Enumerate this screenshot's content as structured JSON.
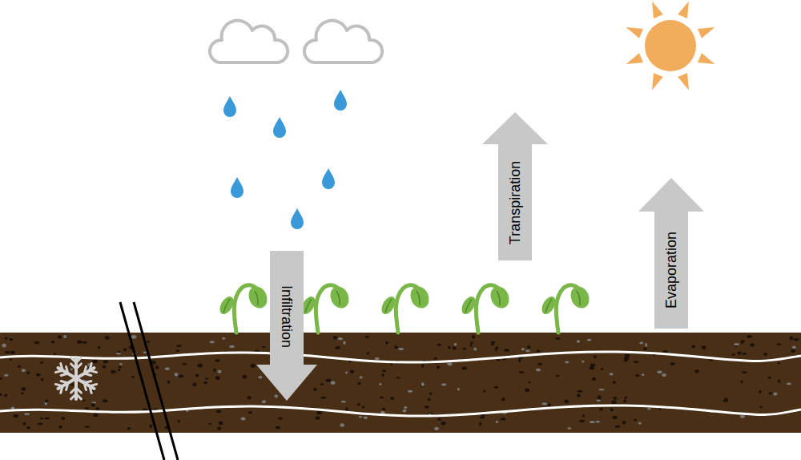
{
  "diagram": {
    "nodes": [
      {
        "text": [
          "Infiltration"
        ]
      },
      {
        "text": [
          "Transpiration"
        ]
      },
      {
        "text": [
          "Evaporation"
        ]
      }
    ]
  }
}
